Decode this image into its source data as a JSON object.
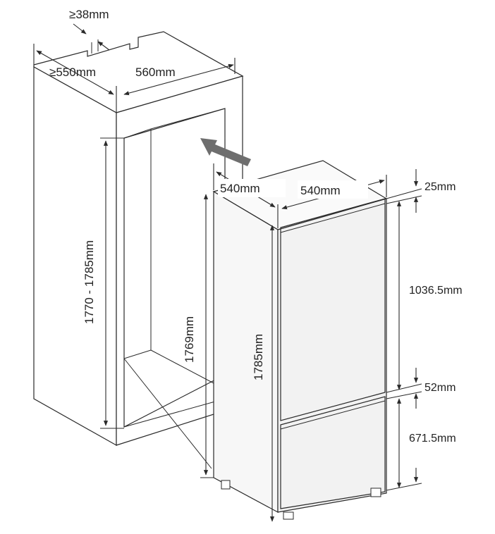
{
  "dimensions": {
    "vent_gap": "≥38mm",
    "cabinet_depth": "≥550mm",
    "cabinet_width": "560mm",
    "niche_height": "1770 - 1785mm",
    "appliance_side_height": "1769mm",
    "appliance_depth": "540mm",
    "appliance_width": "540mm",
    "appliance_height": "1785mm",
    "top_gap": "25mm",
    "upper_door": "1036.5mm",
    "door_gap": "52mm",
    "lower_door": "671.5mm"
  },
  "colors": {
    "line": "#2a2a2a",
    "arrow": "#6e6e6e",
    "appliance_fill": "#f2f2f2"
  }
}
